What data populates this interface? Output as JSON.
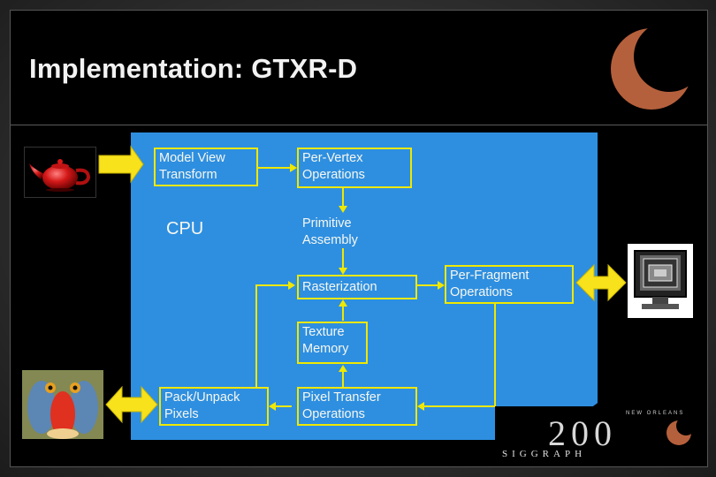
{
  "title": "Implementation: GTXR-D",
  "diagram": {
    "boxes": {
      "model_view": "Model View\nTransform",
      "per_vertex": "Per-Vertex\nOperations",
      "primitive_assembly": "Primitive\nAssembly",
      "rasterization": "Rasterization",
      "per_fragment": "Per-Fragment\nOperations",
      "texture_memory": "Texture\nMemory",
      "pack_unpack": "Pack/Unpack\nPixels",
      "pixel_transfer": "Pixel Transfer\nOperations"
    },
    "labels": {
      "cpu": "CPU"
    }
  },
  "logo": {
    "top_text": "NEW ORLEANS",
    "year_text": "200",
    "bottom_text": "SIGGRAPH"
  },
  "colors": {
    "panel": "#2e8fe0",
    "box_border": "#f0e800",
    "arrow_fill": "#f7e21b",
    "moon": "#b5603c",
    "text": "#f7f7f0"
  },
  "icons": [
    "teapot-image",
    "baboon-image",
    "monitor-image",
    "moon-logo",
    "siggraph-logo"
  ]
}
